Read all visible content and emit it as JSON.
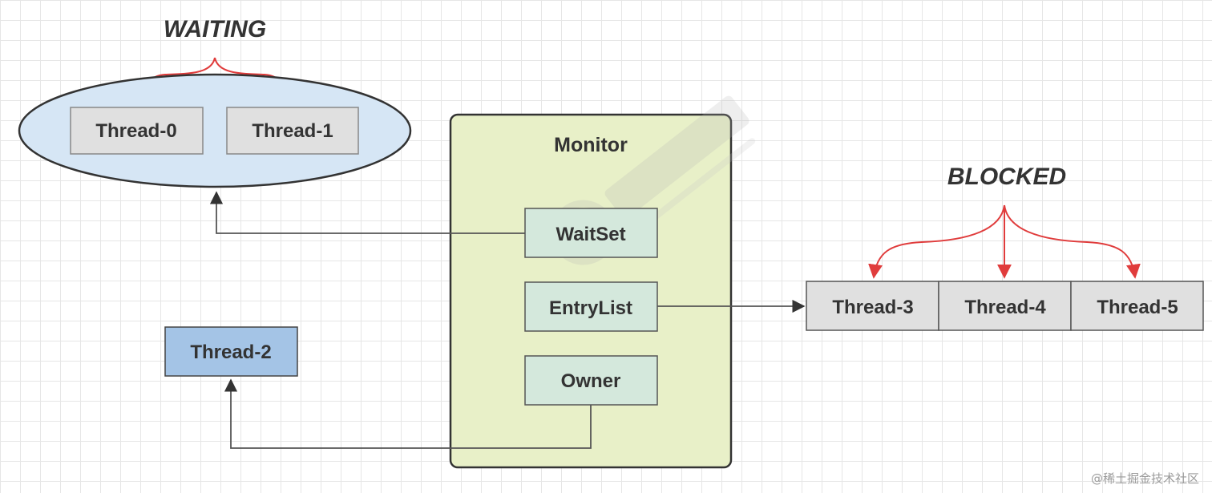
{
  "states": {
    "waiting": "WAITING",
    "blocked": "BLOCKED"
  },
  "monitor": {
    "title": "Monitor",
    "wait_set": "WaitSet",
    "entry_list": "EntryList",
    "owner": "Owner"
  },
  "threads": {
    "t0": "Thread-0",
    "t1": "Thread-1",
    "t2": "Thread-2",
    "t3": "Thread-3",
    "t4": "Thread-4",
    "t5": "Thread-5"
  },
  "watermark": {
    "credit": "@稀土掘金技术社区"
  },
  "colors": {
    "waiting_ellipse": "#d6e6f5",
    "monitor_bg": "#e8f0c8",
    "slot_bg": "#d4e8dc",
    "thread_bg": "#e0e0e0",
    "owner_thread_bg": "#a4c4e6",
    "red_arrow": "#e03c3c",
    "connector": "#555555"
  }
}
